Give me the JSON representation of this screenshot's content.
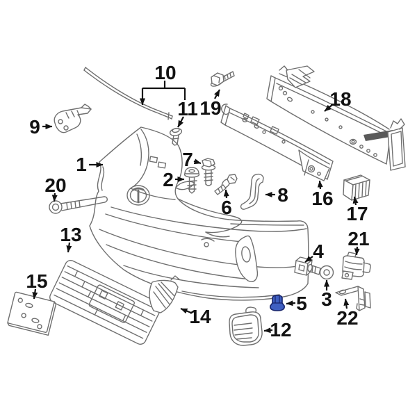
{
  "diagram": {
    "kind": "exploded-parts-diagram",
    "background_color": "#ffffff",
    "line_color": "#6f6f6f",
    "callout_color": "#121212",
    "highlight": {
      "label": "5",
      "fill": "#3f5fc1",
      "stroke": "#17246b"
    },
    "callouts": [
      {
        "label": "1"
      },
      {
        "label": "2"
      },
      {
        "label": "3"
      },
      {
        "label": "4"
      },
      {
        "label": "5"
      },
      {
        "label": "6"
      },
      {
        "label": "7"
      },
      {
        "label": "8"
      },
      {
        "label": "9"
      },
      {
        "label": "10"
      },
      {
        "label": "11"
      },
      {
        "label": "12"
      },
      {
        "label": "13"
      },
      {
        "label": "14"
      },
      {
        "label": "15"
      },
      {
        "label": "16"
      },
      {
        "label": "17"
      },
      {
        "label": "18"
      },
      {
        "label": "19"
      },
      {
        "label": "20"
      },
      {
        "label": "21"
      },
      {
        "label": "22"
      }
    ]
  }
}
